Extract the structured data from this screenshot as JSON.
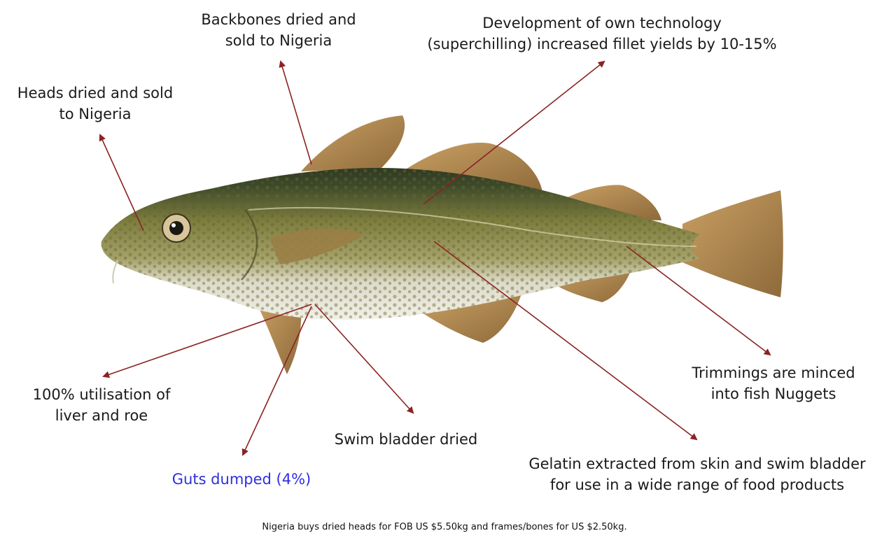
{
  "labels": {
    "backbones": "Backbones dried and\nsold to Nigeria",
    "technology": "Development of own technology\n(superchilling) increased fillet yields by 10-15%",
    "heads": "Heads dried and sold\nto Nigeria",
    "trimmings": "Trimmings are minced\ninto fish Nuggets",
    "liver_roe": "100% utilisation of\nliver and roe",
    "swim_bladder": "Swim bladder dried",
    "guts": "Guts dumped (4%)",
    "gelatin": "Gelatin extracted from skin and swim bladder\nfor use in a wide range of food products"
  },
  "caption": "Nigeria buys dried heads for FOB US $5.50kg and frames/bones for US $2.50kg.",
  "colors": {
    "arrow": "#8b2323",
    "guts_text": "#2f2fe0",
    "fish_back": "#3d4a2a",
    "fish_side": "#8a8a45",
    "fish_belly": "#eceadf",
    "fins": "#b58a4e"
  },
  "illustration": "atlantic-cod-fish"
}
